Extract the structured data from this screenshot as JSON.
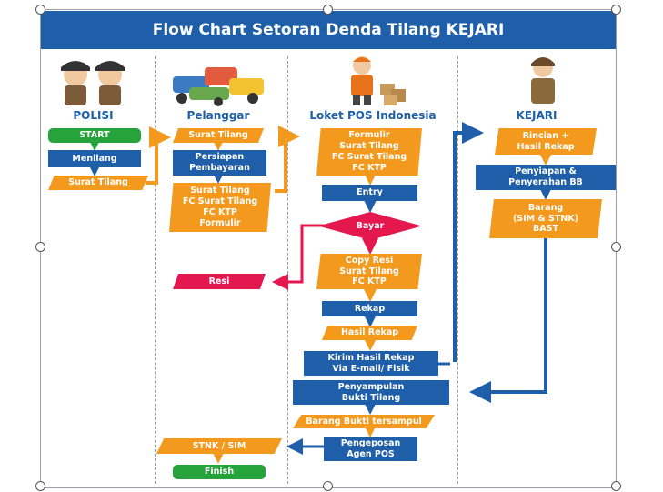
{
  "title": "Flow Chart Setoran Denda Tilang KEJARI",
  "columns": [
    {
      "label": "POLISI",
      "icon": "police-officers-icon"
    },
    {
      "label": "Pelanggar",
      "icon": "vehicles-pile-icon"
    },
    {
      "label": "Loket POS Indonesia",
      "icon": "postal-courier-icon"
    },
    {
      "label": "KEJARI",
      "icon": "prosecutor-icon"
    }
  ],
  "polisi": {
    "start": "START",
    "menilang": "Menilang",
    "surat_tilang": "Surat Tilang"
  },
  "pelanggar": {
    "surat_tilang": "Surat Tilang",
    "persiapan": "Persiapan\nPembayaran",
    "docs": "Surat Tilang\nFC Surat Tilang\nFC KTP\nFormulir",
    "resi": "Resi",
    "stnk_sim": "STNK / SIM",
    "finish": "Finish"
  },
  "loket": {
    "docs": "Formulir\nSurat Tilang\nFC Surat Tilang\nFC KTP",
    "entry": "Entry",
    "bayar": "Bayar",
    "copy_docs": "Copy Resi\nSurat Tilang\nFC KTP",
    "rekap": "Rekap",
    "hasil_rekap": "Hasil Rekap",
    "kirim": "Kirim Hasil Rekap\nVia E-mail/ Fisik",
    "penyampulan": "Penyampulan\nBukti Tilang",
    "barang_bukti": "Barang Bukti tersampul",
    "pengeposan": "Pengeposan\nAgen POS"
  },
  "kejari": {
    "rincian": "Rincian +\nHasil Rekap",
    "penyiapan": "Penyiapan &\nPenyerahan BB",
    "barang": "Barang\n(SIM & STNK)\nBAST"
  },
  "colors": {
    "blue": "#1f5ea8",
    "orange": "#f39a1e",
    "green": "#27a33b",
    "pink": "#e4174f"
  }
}
